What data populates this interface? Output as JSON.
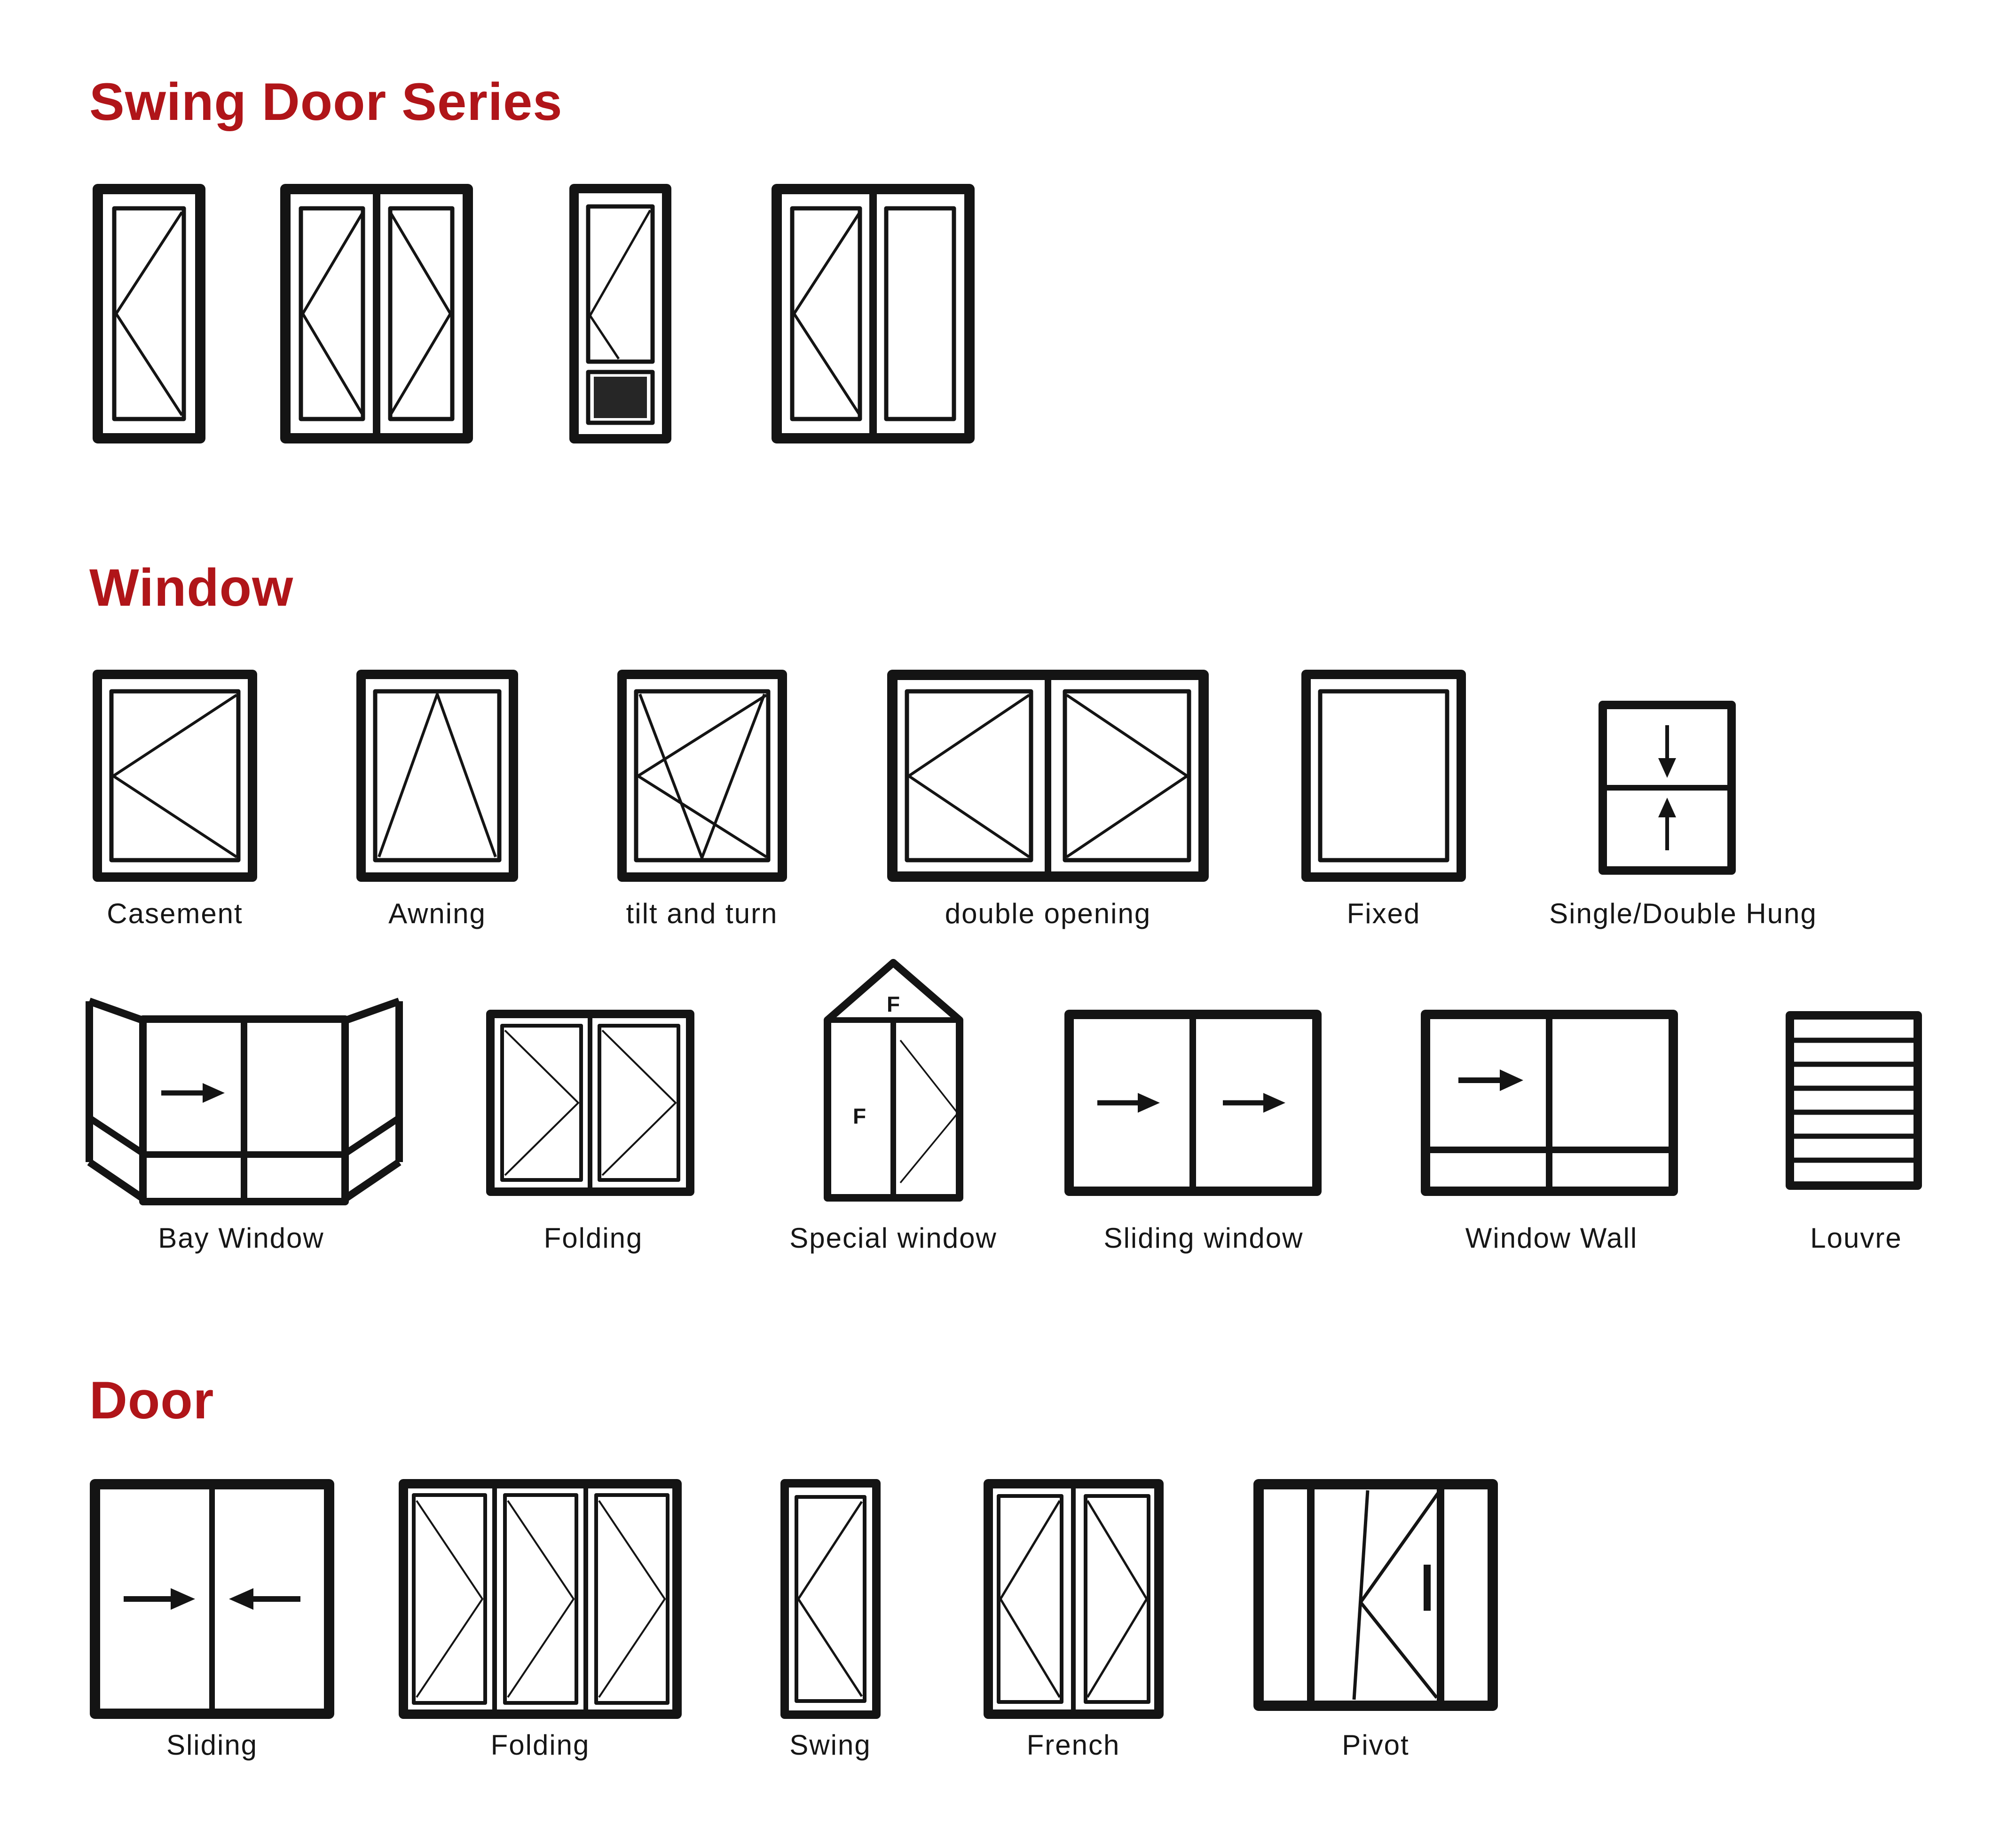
{
  "page": {
    "background": "#ffffff",
    "heading_color": "#b01519",
    "line_color": "#141414",
    "dark_panel_color": "#262626"
  },
  "sections": {
    "swing_door_series": {
      "title": "Swing Door Series",
      "items": [
        {
          "icon": "single-swing-door"
        },
        {
          "icon": "double-swing-door"
        },
        {
          "icon": "swing-door-with-kick-panel"
        },
        {
          "icon": "swing-door-with-fixed-side"
        }
      ]
    },
    "window": {
      "title": "Window",
      "row1": [
        {
          "label": "Casement",
          "icon": "casement-window"
        },
        {
          "label": "Awning",
          "icon": "awning-window"
        },
        {
          "label": "tilt and turn",
          "icon": "tilt-and-turn-window"
        },
        {
          "label": "double opening",
          "icon": "double-opening-window"
        },
        {
          "label": "Fixed",
          "icon": "fixed-window"
        },
        {
          "label": "Single/Double Hung",
          "icon": "single-double-hung-window"
        }
      ],
      "row2": [
        {
          "label": "Bay Window",
          "icon": "bay-window"
        },
        {
          "label": "Folding",
          "icon": "folding-window"
        },
        {
          "label": "Special window",
          "icon": "special-window",
          "annotation_top": "F",
          "annotation_left": "F"
        },
        {
          "label": "Sliding window",
          "icon": "sliding-window"
        },
        {
          "label": "Window Wall",
          "icon": "window-wall"
        },
        {
          "label": "Louvre",
          "icon": "louvre-window"
        }
      ]
    },
    "door": {
      "title": "Door",
      "items": [
        {
          "label": "Sliding",
          "icon": "sliding-door"
        },
        {
          "label": "Folding",
          "icon": "folding-door"
        },
        {
          "label": "Swing",
          "icon": "swing-door"
        },
        {
          "label": "French",
          "icon": "french-door"
        },
        {
          "label": "Pivot",
          "icon": "pivot-door"
        }
      ]
    }
  }
}
